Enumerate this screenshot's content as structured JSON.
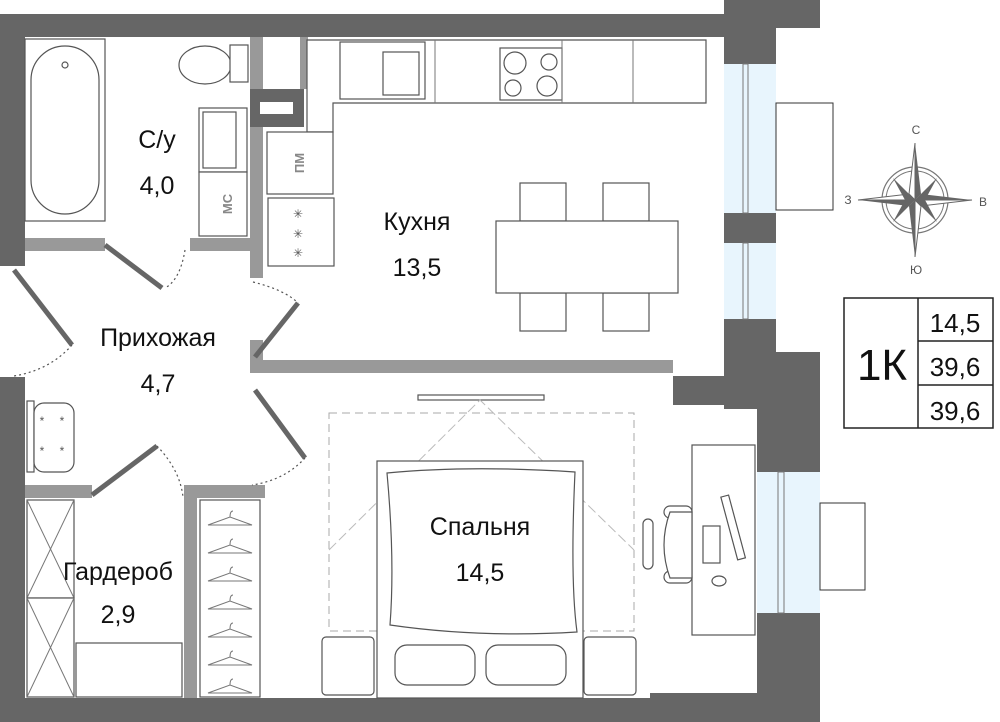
{
  "rooms": [
    {
      "name": "С/у",
      "area": "4,0"
    },
    {
      "name": "Кухня",
      "area": "13,5"
    },
    {
      "name": "Прихожая",
      "area": "4,7"
    },
    {
      "name": "Гардероб",
      "area": "2,9"
    },
    {
      "name": "Спальня",
      "area": "14,5"
    }
  ],
  "appliances": {
    "dishwasher": "ПМ",
    "washing_machine": "МС"
  },
  "compass": {
    "north": "С",
    "south": "Ю",
    "east": "В",
    "west": "З"
  },
  "summary": {
    "type": "1К",
    "living_area": "14,5",
    "total_area": "39,6",
    "total_area_with_balcony": "39,6"
  },
  "colors": {
    "wall": "#666666",
    "partition": "#999999",
    "window": "#e8f5fd"
  }
}
